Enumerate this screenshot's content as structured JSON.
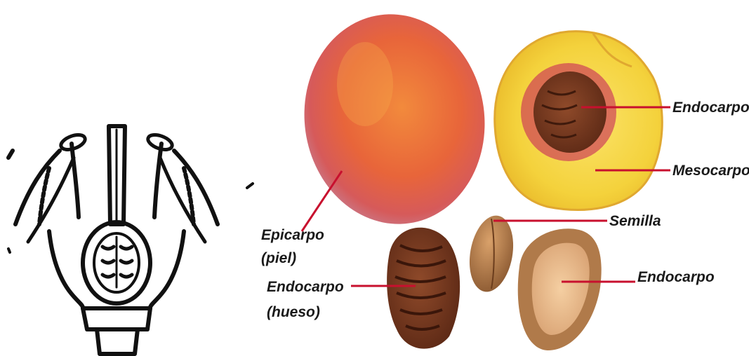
{
  "labels": {
    "endocarp_top": "Endocarpo",
    "mesocarp": "Mesocarpo",
    "seed": "Semilla",
    "epicarp_line1": "Epicarpo",
    "epicarp_line2": "(piel)",
    "endocarp_stone_line1": "Endocarpo",
    "endocarp_stone_line2": "(hueso)",
    "endocarp_open": "Endocarpo"
  },
  "colors": {
    "leader_line": "#c8102e",
    "peach_skin": "#e8653a",
    "peach_flesh": "#f4d23c",
    "pit": "#7a3b22",
    "sketch_ink": "#111111"
  }
}
